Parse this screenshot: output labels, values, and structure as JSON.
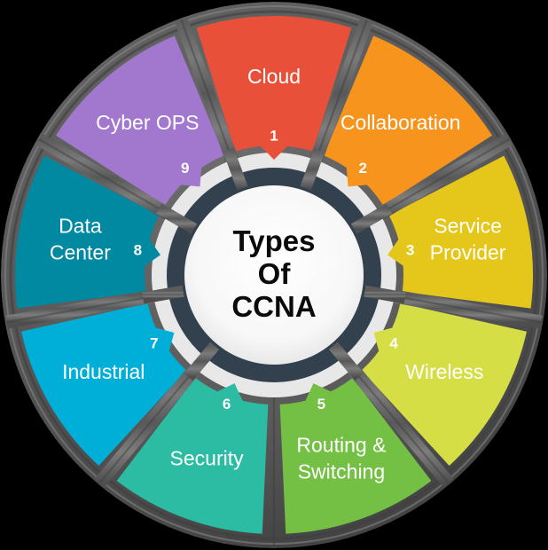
{
  "center": {
    "line1": "Types",
    "line2": "Of",
    "line3": "CCNA"
  },
  "colors": {
    "background": "#000000",
    "outer_rim": "#595959",
    "outer_rim_dark": "#484848",
    "spoke": "#666666",
    "spoke_dark": "#4f4f4f",
    "inner_ring_light": "#e8e8e8",
    "inner_ring_navy": "#33414f",
    "center_circle": "#f7f7f7",
    "label_text": "#ffffff",
    "title_text": "#0a0a0a"
  },
  "chart_data": {
    "type": "pie",
    "title": "Types Of CCNA",
    "categories": [
      "Cloud",
      "Collaboration",
      "Service Provider",
      "Wireless",
      "Routing & Switching",
      "Security",
      "Industrial",
      "Data Center",
      "Cyber OPS"
    ],
    "values": [
      1,
      1,
      1,
      1,
      1,
      1,
      1,
      1,
      1
    ],
    "legend": "none",
    "xlabel": "",
    "ylabel": ""
  },
  "segments": [
    {
      "number": "1",
      "label": "Cloud",
      "label_lines": [
        "Cloud"
      ],
      "color": "#e8503a",
      "start_angle": -110,
      "end_angle": -70
    },
    {
      "number": "2",
      "label": "Collaboration",
      "label_lines": [
        "Collaboration"
      ],
      "color": "#f7941d",
      "start_angle": -70,
      "end_angle": -30
    },
    {
      "number": "3",
      "label": "Service Provider",
      "label_lines": [
        "Service",
        "Provider"
      ],
      "color": "#e5c71b",
      "start_angle": -30,
      "end_angle": 10
    },
    {
      "number": "4",
      "label": "Wireless",
      "label_lines": [
        "Wireless"
      ],
      "color": "#d6de46",
      "start_angle": 10,
      "end_angle": 50
    },
    {
      "number": "5",
      "label": "Routing & Switching",
      "label_lines": [
        "Routing &",
        "Switching"
      ],
      "color": "#74c044",
      "start_angle": 50,
      "end_angle": 90
    },
    {
      "number": "6",
      "label": "Security",
      "label_lines": [
        "Security"
      ],
      "color": "#2bbca3",
      "start_angle": 90,
      "end_angle": 130
    },
    {
      "number": "7",
      "label": "Industrial",
      "label_lines": [
        "Industrial"
      ],
      "color": "#00afd7",
      "start_angle": 130,
      "end_angle": 170
    },
    {
      "number": "8",
      "label": "Data Center",
      "label_lines": [
        "Data",
        "Center"
      ],
      "color": "#0089a0",
      "start_angle": 170,
      "end_angle": 210
    },
    {
      "number": "9",
      "label": "Cyber OPS",
      "label_lines": [
        "Cyber OPS"
      ],
      "color": "#a278cf",
      "start_angle": 210,
      "end_angle": 250
    }
  ]
}
